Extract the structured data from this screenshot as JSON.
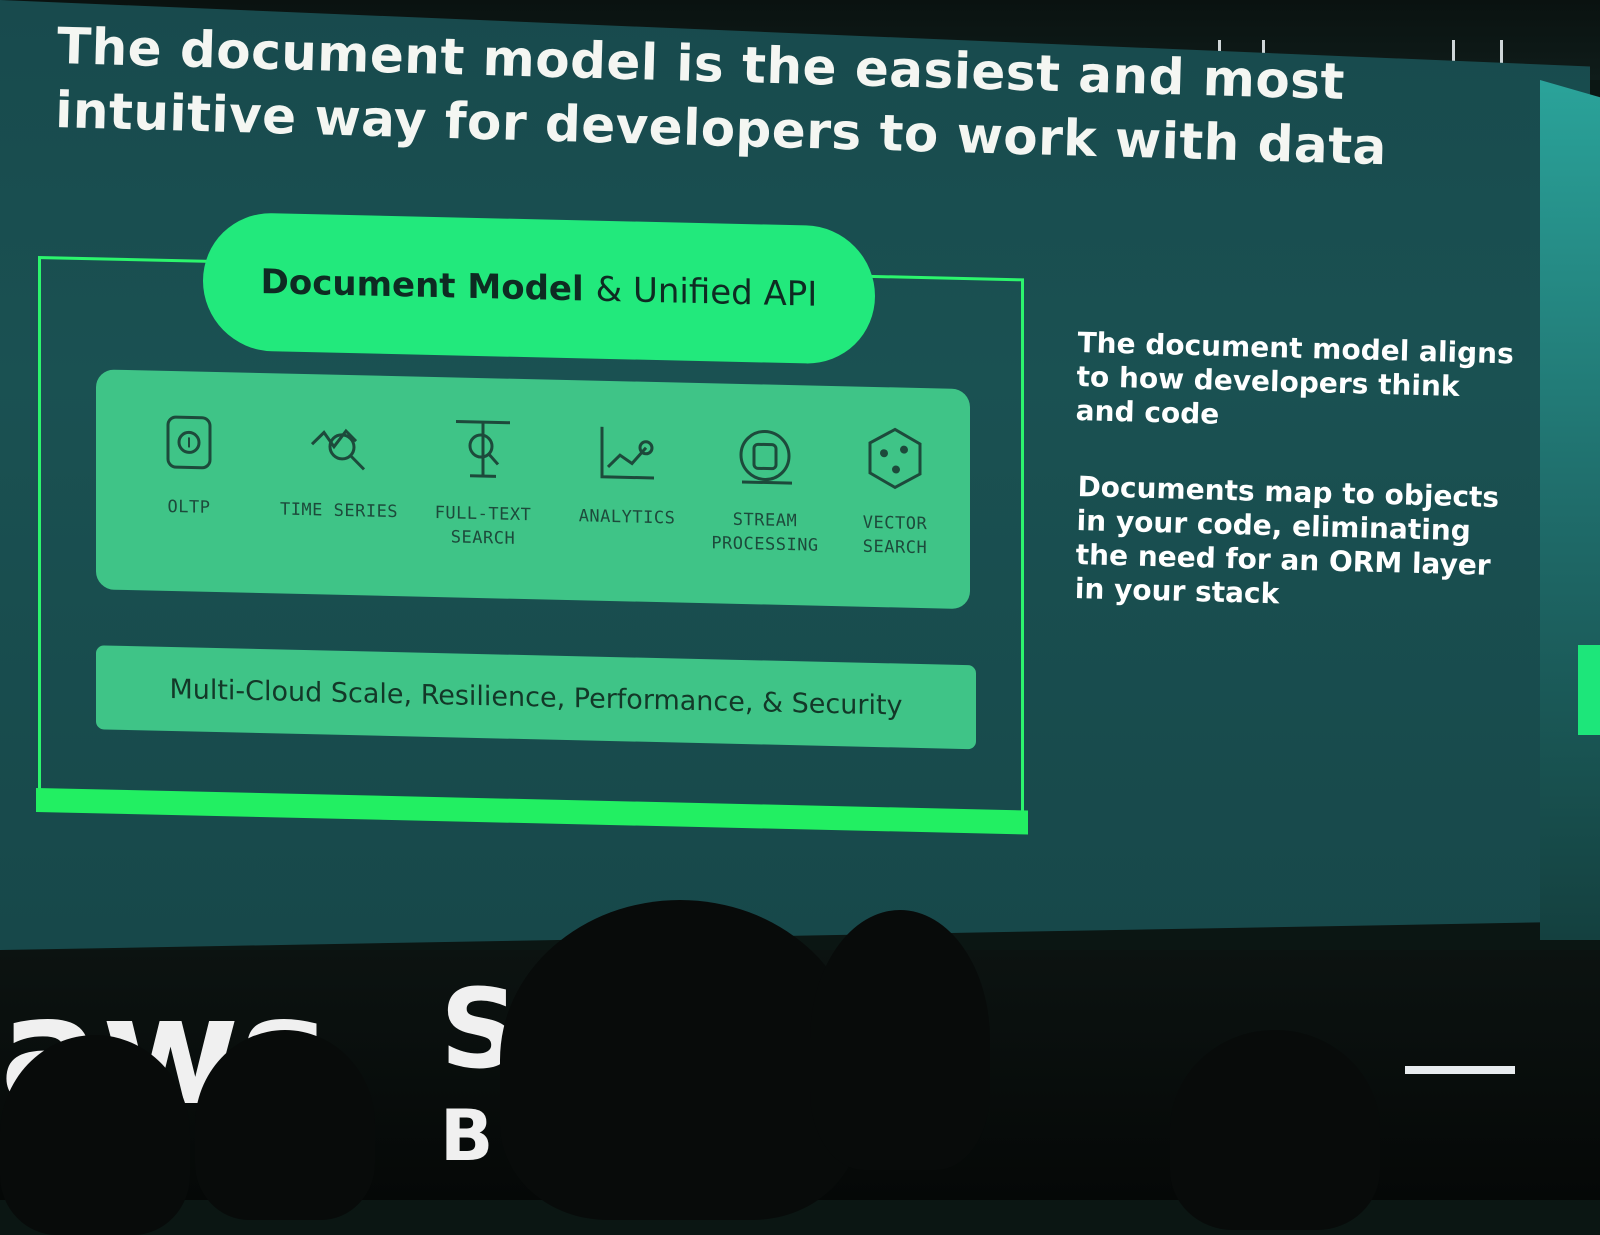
{
  "slide": {
    "headline": "The document model is the easiest and most intuitive way for developers to work with data",
    "pill": {
      "strong": "Document Model",
      "soft": "& Unified API"
    },
    "tiles": [
      {
        "label": "OLTP",
        "icon": "database-icon"
      },
      {
        "label": "TIME SERIES",
        "icon": "time-series-icon"
      },
      {
        "label": "FULL-TEXT SEARCH",
        "icon": "text-search-icon"
      },
      {
        "label": "ANALYTICS",
        "icon": "analytics-icon"
      },
      {
        "label": "STREAM PROCESSING",
        "icon": "stream-icon"
      },
      {
        "label": "VECTOR SEARCH",
        "icon": "vector-icon"
      }
    ],
    "footer": "Multi-Cloud Scale, Resilience, Performance, & Security",
    "side_1": "The document model aligns to how developers think and code",
    "side_2": "Documents map to objects in your code, eliminating the need for an ORM layer in your stack"
  },
  "stage": {
    "letters_left": "aws",
    "letters_mid_top": "S",
    "letters_mid_bottom": "B"
  },
  "colors": {
    "accent": "#22e97c",
    "panel": "#3fc487",
    "screen": "#1a5152"
  }
}
